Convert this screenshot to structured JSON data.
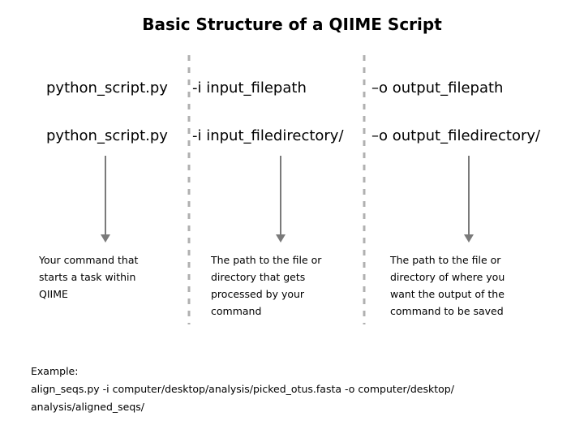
{
  "title": "Basic Structure of a QIIME Script",
  "rows": [
    {
      "script": "python_script.py",
      "input": "-i input_filepath",
      "output": "–o output_filepath"
    },
    {
      "script": "python_script.py",
      "input": "-i input_filedirectory/",
      "output": "–o output_filedirectory/"
    }
  ],
  "descriptions": {
    "script": [
      "Your command that",
      "starts a task within",
      "QIIME"
    ],
    "input": [
      "The path to the file or",
      "directory that gets",
      "processed by your",
      "command"
    ],
    "output": [
      "The path to the file or",
      "directory of where you",
      "want the output of the",
      "command to be saved"
    ]
  },
  "example": {
    "label": "Example:",
    "line1": "align_seqs.py -i computer/desktop/analysis/picked_otus.fasta -o computer/desktop/",
    "line2": "analysis/aligned_seqs/"
  },
  "colors": {
    "divider": "#b0b0b0",
    "arrow": "#7a7a7a",
    "text": "#000000"
  }
}
